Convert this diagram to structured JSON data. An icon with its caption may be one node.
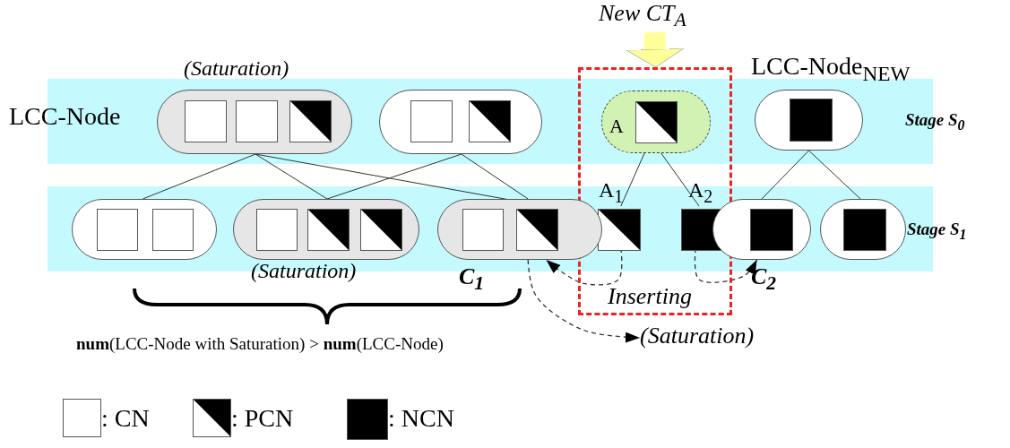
{
  "diagram": {
    "nodes": [
      {
        "text": [
          "New CT$_{A}$"
        ]
      },
      {
        "text": [],
        "shape": "capsule",
        "beside": [
          "(Saturation)",
          "LCC-Node"
        ]
      },
      {
        "text": [],
        "shape": "square",
        "in": 1
      },
      {
        "text": [],
        "shape": "square",
        "in": 1
      },
      {
        "text": [],
        "shape": "square",
        "in": 1
      },
      {
        "text": [],
        "shape": "capsule"
      },
      {
        "text": [],
        "shape": "square",
        "in": 5
      },
      {
        "text": [],
        "shape": "square",
        "in": 5
      },
      {
        "text": [
          "Inserting"
        ]
      },
      {
        "text": [
          "A"
        ],
        "in": 8
      },
      {
        "text": [],
        "shape": "square",
        "in": 9
      },
      {
        "text": [],
        "shape": "capsule",
        "beside": [
          "LCC-Node$_{NEW}$"
        ]
      },
      {
        "text": [],
        "shape": "square",
        "in": 11
      },
      {
        "text": [],
        "shape": "capsule"
      },
      {
        "text": [],
        "shape": "square",
        "in": 13
      },
      {
        "text": [],
        "shape": "square",
        "in": 13
      },
      {
        "text": [],
        "shape": "capsule",
        "beside": [
          "(Saturation)"
        ]
      },
      {
        "text": [],
        "shape": "square",
        "in": 16
      },
      {
        "text": [],
        "shape": "square",
        "in": 16
      },
      {
        "text": [],
        "shape": "square",
        "in": 16
      },
      {
        "text": [],
        "shape": "capsule",
        "beside": [
          "C$_{1}$"
        ]
      },
      {
        "text": [],
        "shape": "square",
        "in": 20
      },
      {
        "text": [],
        "shape": "square",
        "in": 20
      },
      {
        "text": [],
        "shape": "square",
        "in": 8,
        "beside": [
          "A$_{1}$"
        ]
      },
      {
        "text": [],
        "shape": "square",
        "in": 8,
        "beside": [
          "A$_{2}$"
        ]
      },
      {
        "text": [],
        "shape": "capsule",
        "beside": [
          "C$_{2}$"
        ]
      },
      {
        "text": [],
        "shape": "square",
        "in": 25
      },
      {
        "text": [],
        "shape": "capsule"
      },
      {
        "text": [],
        "shape": "square",
        "in": 27
      },
      {
        "text": [
          "(Saturation)"
        ]
      }
    ],
    "edges": [
      {
        "from": 0,
        "to": 8,
        "arrow": "to",
        "style": "thick",
        "color": "#ffff99"
      },
      {
        "from": 1,
        "to": 13,
        "arrow": "none"
      },
      {
        "from": 1,
        "to": 16,
        "arrow": "none"
      },
      {
        "from": 1,
        "to": 20,
        "arrow": "none"
      },
      {
        "from": 5,
        "to": 16,
        "arrow": "none"
      },
      {
        "from": 5,
        "to": 20,
        "arrow": "none"
      },
      {
        "from": 9,
        "to": 23,
        "arrow": "none"
      },
      {
        "from": 9,
        "to": 24,
        "arrow": "none"
      },
      {
        "from": 11,
        "to": 25,
        "arrow": "none"
      },
      {
        "from": 11,
        "to": 27,
        "arrow": "none"
      },
      {
        "from": 23,
        "to": 20,
        "arrow": "to",
        "style": "dashed"
      },
      {
        "from": 24,
        "to": 25,
        "arrow": "to",
        "style": "dashed"
      },
      {
        "from": 20,
        "to": 29,
        "arrow": "to",
        "style": "dashed"
      }
    ],
    "labels": [
      "Stage S$_{0}$",
      "Stage S$_{1}$",
      "**num**(LCC-Node with Saturation) > **num**(LCC-Node)"
    ],
    "legend": [
      {
        "text": ": CN"
      },
      {
        "text": ": PCN"
      },
      {
        "text": ": NCN"
      }
    ]
  }
}
